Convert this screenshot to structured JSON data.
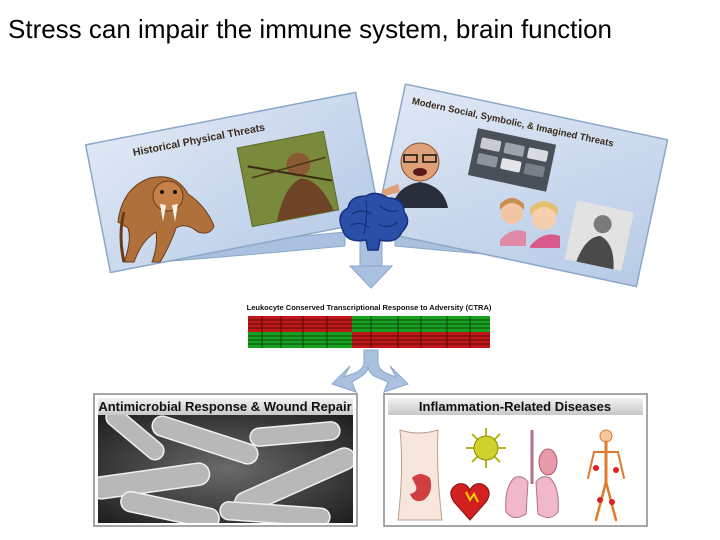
{
  "slide": {
    "title": "Stress can impair the immune system, brain function"
  },
  "diagram": {
    "historical_card": {
      "label": "Historical Physical Threats"
    },
    "modern_card": {
      "label": "Modern Social, Symbolic, & Imagined Threats"
    },
    "ctra": {
      "label": "Leukocyte Conserved Transcriptional Response to Adversity (CTRA)"
    },
    "left_panel": {
      "title": "Antimicrobial Response & Wound Repair"
    },
    "right_panel": {
      "title": "Inflammation-Related Diseases"
    },
    "colors": {
      "card_fill": "#c9d8ec",
      "arrow": "#a9c1de",
      "brain": "#2a4fa8",
      "heatmap_red": "#c01818",
      "heatmap_green": "#18a020"
    },
    "icons": [
      "saber-tooth-tiger-icon",
      "hunter-icon",
      "brain-icon",
      "angry-man-icon",
      "traffic-jam-icon",
      "children-icon",
      "elderly-person-icon",
      "bacteria-icon",
      "torso-icon",
      "virus-icon",
      "heart-icon",
      "lungs-icon",
      "skeleton-icon"
    ]
  }
}
